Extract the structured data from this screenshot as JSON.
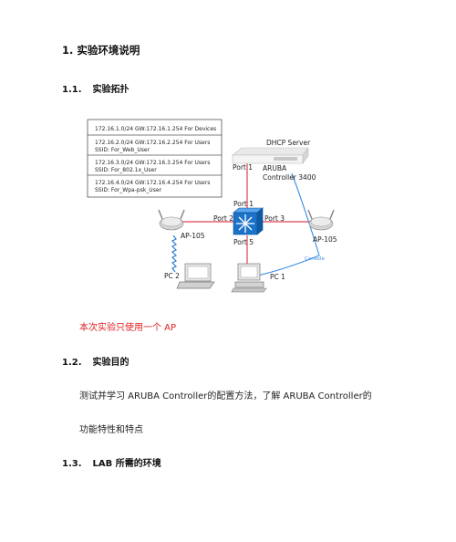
{
  "section": {
    "number": "1.",
    "title": "实验环境说明"
  },
  "sub1": {
    "number": "1.1.",
    "title": "实验拓扑"
  },
  "sub2": {
    "number": "1.2.",
    "title": "实验目的"
  },
  "sub3": {
    "number": "1.3.",
    "title": "LAB 所需的环境"
  },
  "note": "本次实验只使用一个 AP",
  "purpose_line1": "测试并学习 ARUBA  Controller的配置方法，了解 ARUBA  Controller的",
  "purpose_line2": "功能特性和特点",
  "topology": {
    "vlans": [
      {
        "line1": "172.16.1.0/24   GW:172.16.1.254    For Devices",
        "line2": ""
      },
      {
        "line1": "172.16.2.0/24   GW:172.16.2.254    For Users",
        "line2": "SSID: For_Web_User"
      },
      {
        "line1": "172.16.3.0/24   GW:172.16.3.254    For Users",
        "line2": "SSID: For_802.1x_User"
      },
      {
        "line1": "172.16.4.0/24   GW:172.16.4.254    For Users",
        "line2": "SSID: For_Wpa-psk_User"
      }
    ],
    "dhcp": "DHCP Server",
    "controller_port": "Port 1",
    "controller_line1": "ARUBA",
    "controller_line2": "Controller 3400",
    "switch_port1": "Port 1",
    "switch_port2": "Port 2",
    "switch_port3": "Port 3",
    "switch_port5": "Port 5",
    "ap_left": "AP-105",
    "ap_right": "AP-105",
    "console": "Console",
    "pc2": "PC 2",
    "pc1": "PC 1"
  },
  "colors": {
    "link": "#e04050",
    "console": "#3a8ee6",
    "wireless": "#2a7fd4",
    "switch": "#1a73c8"
  }
}
